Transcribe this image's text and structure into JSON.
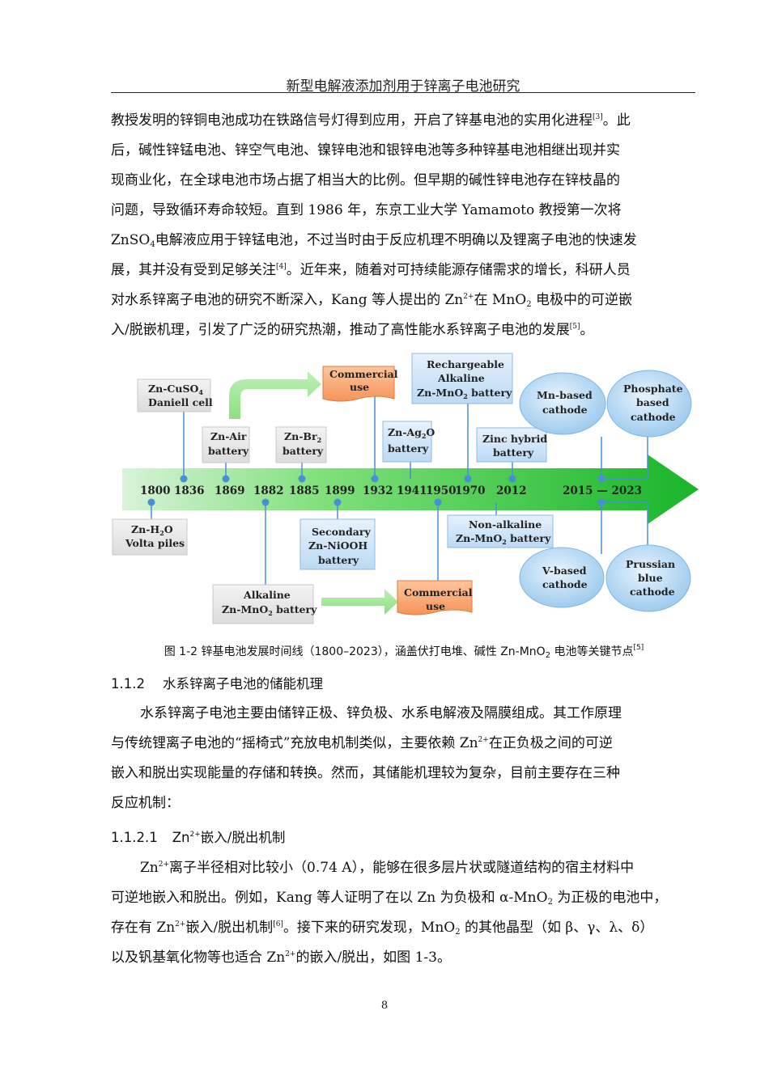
{
  "header": {
    "title": "新型电解液添加剂用于锌离子电池研究"
  },
  "para1": {
    "l1a": "教授发明的锌铜电池成功在铁路信号灯得到应用，开启了锌基电池的实用化进程",
    "l1ref": "[3]",
    "l1b": "。此",
    "l2": "后，碱性锌锰电池、锌空气电池、镍锌电池和银锌电池等多种锌基电池相继出现并实",
    "l3": "现商业化，在全球电池市场占据了相当大的比例。但早期的碱性锌电池存在锌枝晶的",
    "l4": "问题，导致循环寿命较短。直到 1986 年，东京工业大学 Yamamoto 教授第一次将",
    "l5a": "ZnSO",
    "l5sub": "4",
    "l5b": "电解液应用于锌锰电池，不过当时由于反应机理不明确以及锂离子电池的快速发",
    "l6a": "展，其并没有受到足够关注",
    "l6ref": "[4]",
    "l6b": "。近年来，随着对可持续能源存储需求的增长，科研人员",
    "l7a": "对水系锌离子电池的研究不断深入，Kang 等人提出的 Zn",
    "l7sup": "2+",
    "l7b": "在 MnO",
    "l7sub": "2",
    "l7c": " 电极中的可逆嵌",
    "l8a": "入/脱嵌机理，引发了广泛的研究热潮，推动了高性能水系锌离子电池的发展",
    "l8ref": "[5]",
    "l8b": "。"
  },
  "figure": {
    "years": [
      "1800",
      "1836",
      "1869",
      "1882",
      "1885",
      "1899",
      "1932",
      "1941",
      "1950",
      "1970",
      "2012",
      "2015 — 2023"
    ],
    "boxes": {
      "zncuso4_a": "Zn-CuSO",
      "zncuso4_sub": "4",
      "zncuso4_b": "Daniell cell",
      "znair_a": "Zn-Air",
      "znair_b": "battery",
      "znbr_a": "Zn-Br",
      "znbr_sub": "2",
      "znbr_b": "battery",
      "commercial1_a": "Commercial",
      "commercial1_b": "use",
      "znag_a": "Zn-Ag",
      "znag_sub": "2",
      "znag_c": "O",
      "znag_b": "battery",
      "recharge_a": "Rechargeable",
      "recharge_b": "Alkaline",
      "recharge_c": "Zn-MnO",
      "recharge_sub": "2",
      "recharge_d": " battery",
      "hybrid_a": "Zinc hybrid",
      "hybrid_b": "battery",
      "mn_a": "Mn-based",
      "mn_b": "cathode",
      "phos_a": "Phosphate",
      "phos_b": "based",
      "phos_c": "cathode",
      "volta_a": "Zn-H",
      "volta_sub": "2",
      "volta_c": "O",
      "volta_b": "Volta piles",
      "alk_a": "Alkaline",
      "alk_b": "Zn-MnO",
      "alk_sub": "2",
      "alk_c": " battery",
      "sec_a": "Secondary",
      "sec_b": "Zn-NiOOH",
      "sec_c": "battery",
      "nonalk_a": "Non-alkaline",
      "nonalk_b": "Zn-MnO",
      "nonalk_sub": "2",
      "nonalk_c": " battery",
      "commercial2_a": "Commercial",
      "commercial2_b": "use",
      "v_a": "V-based",
      "v_b": "cathode",
      "pb_a": "Prussian",
      "pb_b": "blue",
      "pb_c": "cathode"
    }
  },
  "caption": {
    "a": "图 1-2 锌基电池发展时间线（1800–2023），涵盖伏打电堆、碱性 Zn-MnO",
    "sub": "2",
    "b": " 电池等关键节点",
    "ref": "[5]"
  },
  "section": {
    "num": "1.1.2",
    "title": "水系锌离子电池的储能机理"
  },
  "para2": {
    "l1": "水系锌离子电池主要由储锌正极、锌负极、水系电解液及隔膜组成。其工作原理",
    "l2a": "与传统锂离子电池的“摇椅式”充放电机制类似，主要依赖 Zn",
    "l2sup": "2+",
    "l2b": "在正负极之间的可逆",
    "l3": "嵌入和脱出实现能量的存储和转换。然而，其储能机理较为复杂，目前主要存在三种",
    "l4": "反应机制："
  },
  "subsection": {
    "num": "1.1.2.1",
    "a": "Zn",
    "sup": "2+",
    "b": "嵌入/脱出机制"
  },
  "para3": {
    "l1a": "Zn",
    "l1sup": "2+",
    "l1b": "离子半径相对比较小（0.74 A），能够在很多层片状或隧道结构的宿主材料中",
    "l2a": "可逆地嵌入和脱出。例如，Kang 等人证明了在以 Zn 为负极和 α-MnO",
    "l2sub": "2",
    "l2b": " 为正极的电池中，",
    "l3a": "存在有 Zn",
    "l3sup": "2+",
    "l3b": "嵌入/脱出机制",
    "l3ref": "[6]",
    "l3c": "。接下来的研究发现，MnO",
    "l3sub": "2",
    "l3d": " 的其他晶型（如 β、γ、λ、δ）",
    "l4a": "以及钒基氧化物等也适合 Zn",
    "l4sup": "2+",
    "l4b": "的嵌入/脱出，如图 1-3。"
  },
  "footer": {
    "page": "8"
  }
}
